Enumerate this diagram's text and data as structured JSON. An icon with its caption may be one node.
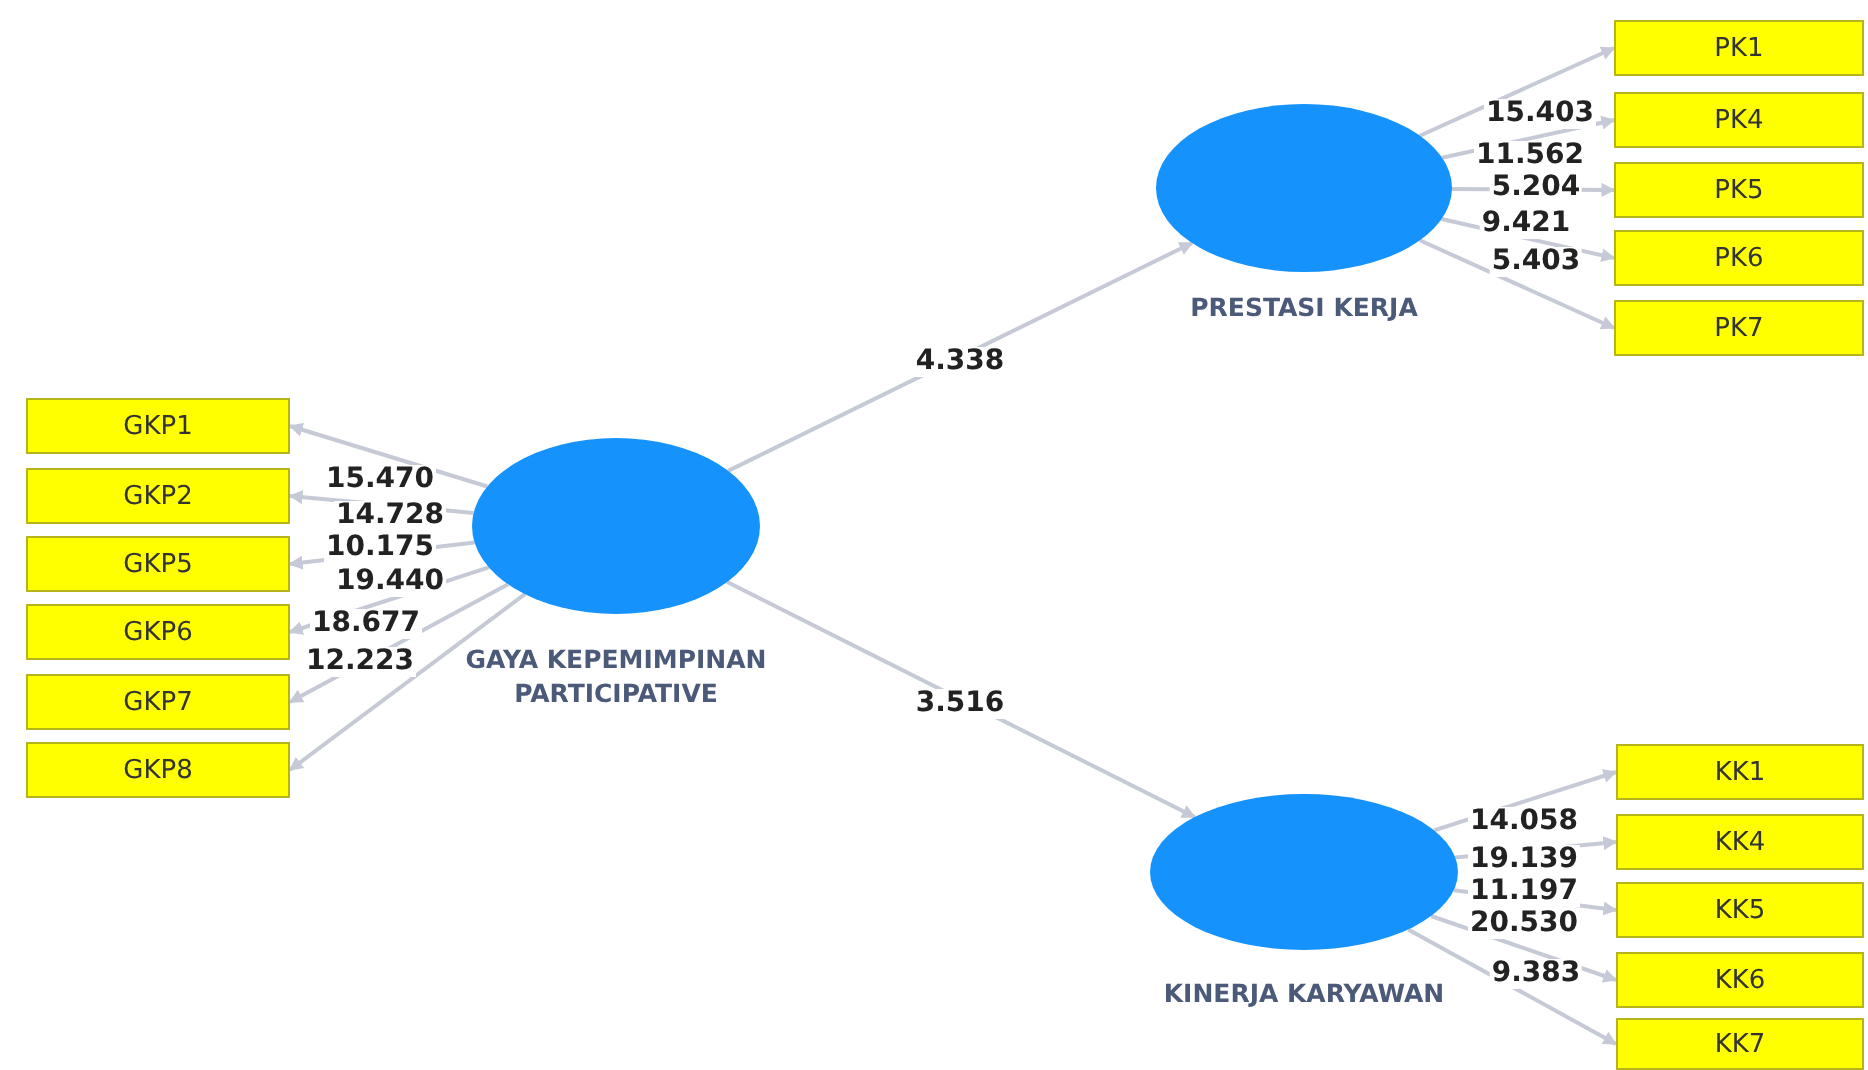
{
  "diagram": {
    "nodes": [
      {
        "text": [
          "GKP1"
        ]
      },
      {
        "text": [
          "GKP2"
        ]
      },
      {
        "text": [
          "GKP5"
        ]
      },
      {
        "text": [
          "GKP6"
        ]
      },
      {
        "text": [
          "GKP7"
        ]
      },
      {
        "text": [
          "GKP8"
        ]
      },
      {
        "text": [
          "GAYA KEPEMIMPINAN PARTICIPATIVE"
        ]
      },
      {
        "text": [
          "PRESTASI KERJA"
        ]
      },
      {
        "text": [
          "PK1"
        ]
      },
      {
        "text": [
          "PK4"
        ]
      },
      {
        "text": [
          "PK5"
        ]
      },
      {
        "text": [
          "PK6"
        ]
      },
      {
        "text": [
          "PK7"
        ]
      },
      {
        "text": [
          "KINERJA KARYAWAN"
        ]
      },
      {
        "text": [
          "KK1"
        ]
      },
      {
        "text": [
          "KK4"
        ]
      },
      {
        "text": [
          "KK5"
        ]
      },
      {
        "text": [
          "KK6"
        ]
      },
      {
        "text": [
          "KK7"
        ]
      }
    ],
    "edges": [
      {
        "from": 6,
        "to": 0,
        "arrow": "to",
        "label": "15.470"
      },
      {
        "from": 6,
        "to": 1,
        "arrow": "to",
        "label": "14.728"
      },
      {
        "from": 6,
        "to": 2,
        "arrow": "to",
        "label": "10.175"
      },
      {
        "from": 6,
        "to": 3,
        "arrow": "to",
        "label": "19.440"
      },
      {
        "from": 6,
        "to": 4,
        "arrow": "to",
        "label": "18.677"
      },
      {
        "from": 6,
        "to": 5,
        "arrow": "to",
        "label": "12.223"
      },
      {
        "from": 6,
        "to": 7,
        "arrow": "to",
        "label": "4.338"
      },
      {
        "from": 6,
        "to": 13,
        "arrow": "to",
        "label": "3.516"
      },
      {
        "from": 7,
        "to": 8,
        "arrow": "to",
        "label": "15.403"
      },
      {
        "from": 7,
        "to": 9,
        "arrow": "to",
        "label": "11.562"
      },
      {
        "from": 7,
        "to": 10,
        "arrow": "to",
        "label": "5.204"
      },
      {
        "from": 7,
        "to": 11,
        "arrow": "to",
        "label": "9.421"
      },
      {
        "from": 7,
        "to": 12,
        "arrow": "to",
        "label": "5.403"
      },
      {
        "from": 13,
        "to": 14,
        "arrow": "to",
        "label": "14.058"
      },
      {
        "from": 13,
        "to": 15,
        "arrow": "to",
        "label": "19.139"
      },
      {
        "from": 13,
        "to": 16,
        "arrow": "to",
        "label": "11.197"
      },
      {
        "from": 13,
        "to": 17,
        "arrow": "to",
        "label": "20.530"
      },
      {
        "from": 13,
        "to": 18,
        "arrow": "to",
        "label": "9.383"
      }
    ]
  }
}
